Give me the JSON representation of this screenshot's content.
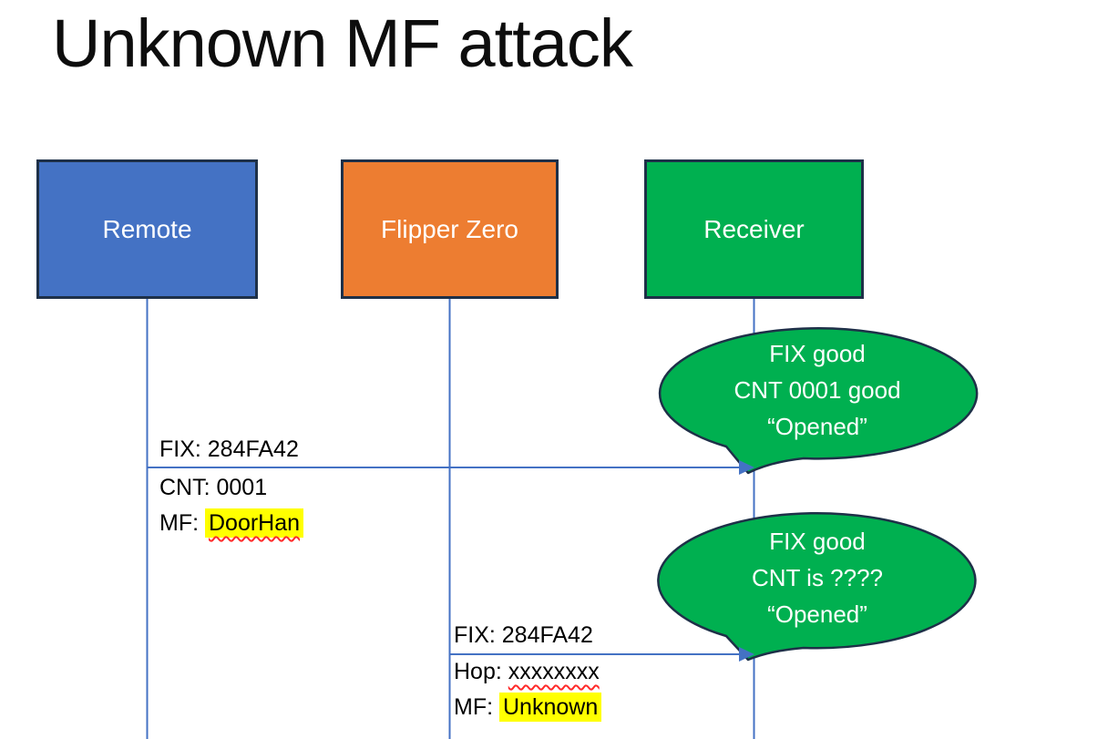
{
  "title": "Unknown MF attack",
  "actors": [
    {
      "label": "Remote",
      "color": "#4472C4"
    },
    {
      "label": "Flipper Zero",
      "color": "#ED7D31"
    },
    {
      "label": "Receiver",
      "color": "#00B050"
    }
  ],
  "messages": [
    {
      "line1": "FIX: 284FA42",
      "line2": "CNT: 0001",
      "line3_label": "MF: ",
      "line3_value": "DoorHan"
    },
    {
      "line1": "FIX: 284FA42",
      "line2_label": "Hop: ",
      "line2_value": "xxxxxxxx",
      "line3_label": "MF: ",
      "line3_value": "Unknown"
    }
  ],
  "bubbles": [
    {
      "line1": "FIX good",
      "line2": "CNT 0001 good",
      "line3": "“Opened”"
    },
    {
      "line1": "FIX good",
      "line2": "CNT is ????",
      "line3": "“Opened”"
    }
  ],
  "colors": {
    "actor_blue": "#4472C4",
    "actor_orange": "#ED7D31",
    "actor_green": "#00B050",
    "outline_navy": "#1E3048",
    "line_blue": "#4472C4",
    "highlight_yellow": "#FFFF00",
    "squiggle_red": "#FF2A2A",
    "bubble_text_white": "#FFFFFF",
    "label_text_black": "#000000"
  }
}
